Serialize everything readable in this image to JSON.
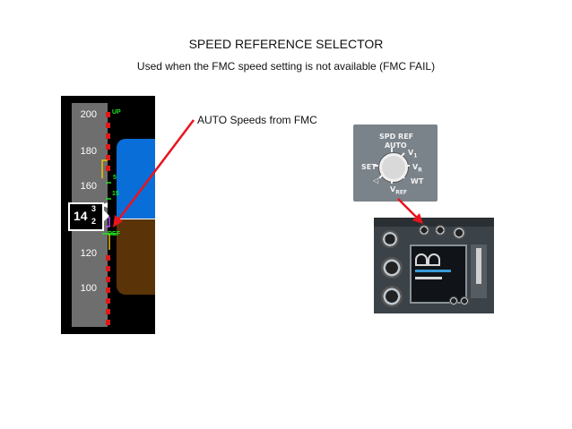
{
  "title": "SPEED REFERENCE SELECTOR",
  "subtitle": "Used when the FMC speed setting is not available (FMC FAIL)",
  "callout": "AUTO Speeds from FMC",
  "speed_tape": {
    "labels": [
      "200",
      "180",
      "160",
      "120",
      "100"
    ],
    "bugs": [
      "UP",
      "5",
      "15",
      "REF"
    ],
    "readout_main": "14",
    "readout_upper": "3",
    "readout_lower": "2"
  },
  "selector": {
    "heading_line1": "SPD REF",
    "heading_line2": "AUTO",
    "positions": [
      "V1",
      "VR",
      "WT",
      "VREF",
      "SET"
    ],
    "v1_main": "V",
    "v1_sub": "1",
    "vr_main": "V",
    "vr_sub": "R",
    "wt": "WT",
    "vref_main": "V",
    "vref_sub": "REF",
    "set": "SET"
  },
  "colors": {
    "arrow": "#e8141e",
    "sky": "#0a6ed8",
    "ground": "#5a3408",
    "bug": "#22e022",
    "tape": "#6e6e6e"
  }
}
